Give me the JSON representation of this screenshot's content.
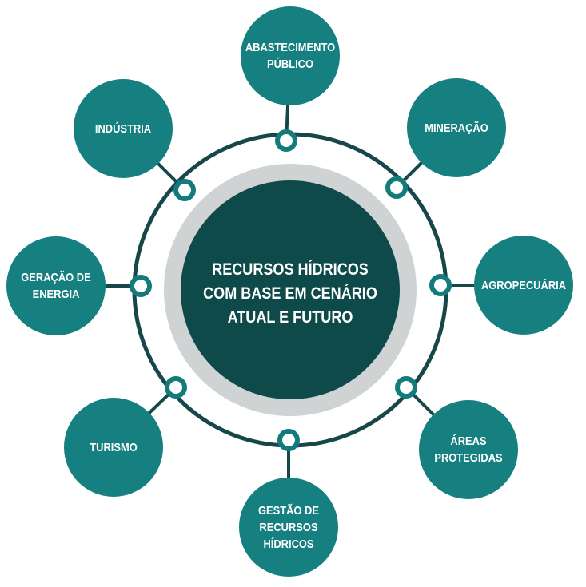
{
  "colors": {
    "teal": "#167f80",
    "dark_center": "#0e4a4a",
    "ring_stroke": "#17474a",
    "light_ring": "#cfd3d4",
    "connector_ring": "#137b7b",
    "background": "#ffffff"
  },
  "center": {
    "lines": [
      "RECURSOS HÍDRICOS",
      "COM BASE EM CENÁRIO",
      "ATUAL E FUTURO"
    ]
  },
  "satellites": [
    {
      "id": "abastecimento-publico",
      "lines": [
        "ABASTECIMENTO",
        "PÚBLICO"
      ]
    },
    {
      "id": "mineracao",
      "lines": [
        "MINERAÇÃO"
      ]
    },
    {
      "id": "agropecuaria",
      "lines": [
        "AGROPECUÁRIA"
      ]
    },
    {
      "id": "areas-protegidas",
      "lines": [
        "ÁREAS",
        "PROTEGIDAS"
      ]
    },
    {
      "id": "gestao-de-recursos-hidricos",
      "lines": [
        "GESTÃO DE",
        "RECURSOS",
        "HÍDRICOS"
      ]
    },
    {
      "id": "turismo",
      "lines": [
        "TURISMO"
      ]
    },
    {
      "id": "geracao-de-energia",
      "lines": [
        "GERAÇÃO DE",
        "ENERGIA"
      ]
    },
    {
      "id": "industria",
      "lines": [
        "INDÚSTRIA"
      ]
    }
  ]
}
